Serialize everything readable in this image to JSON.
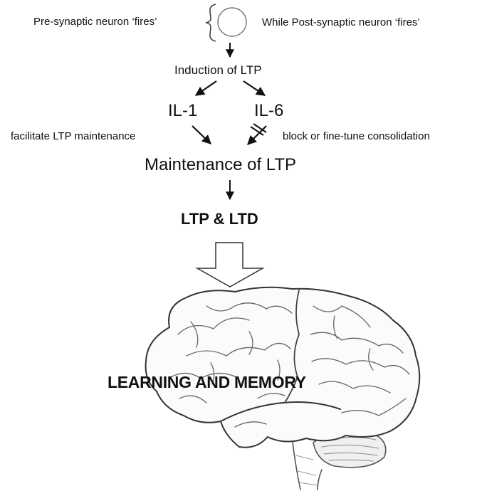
{
  "pre_synaptic": "Pre-synaptic neuron ‘fires’",
  "post_synaptic": "While Post-synaptic neuron ‘fires’",
  "induction": "Induction of LTP",
  "il1": "IL-1",
  "il6": "IL-6",
  "il1_effect": "facilitate LTP maintenance",
  "il6_effect": "block or fine-tune consolidation",
  "maintenance": "Maintenance of LTP",
  "ltp_ltd": "LTP & LTD",
  "outcome": "LEARNING AND MEMORY",
  "icons": {
    "neuron": "neuron-circle-icon",
    "brain": "brain-illustration-icon",
    "blocked_arrow": "blocked-arrow-icon",
    "hollow_arrow": "hollow-down-arrow-icon"
  }
}
